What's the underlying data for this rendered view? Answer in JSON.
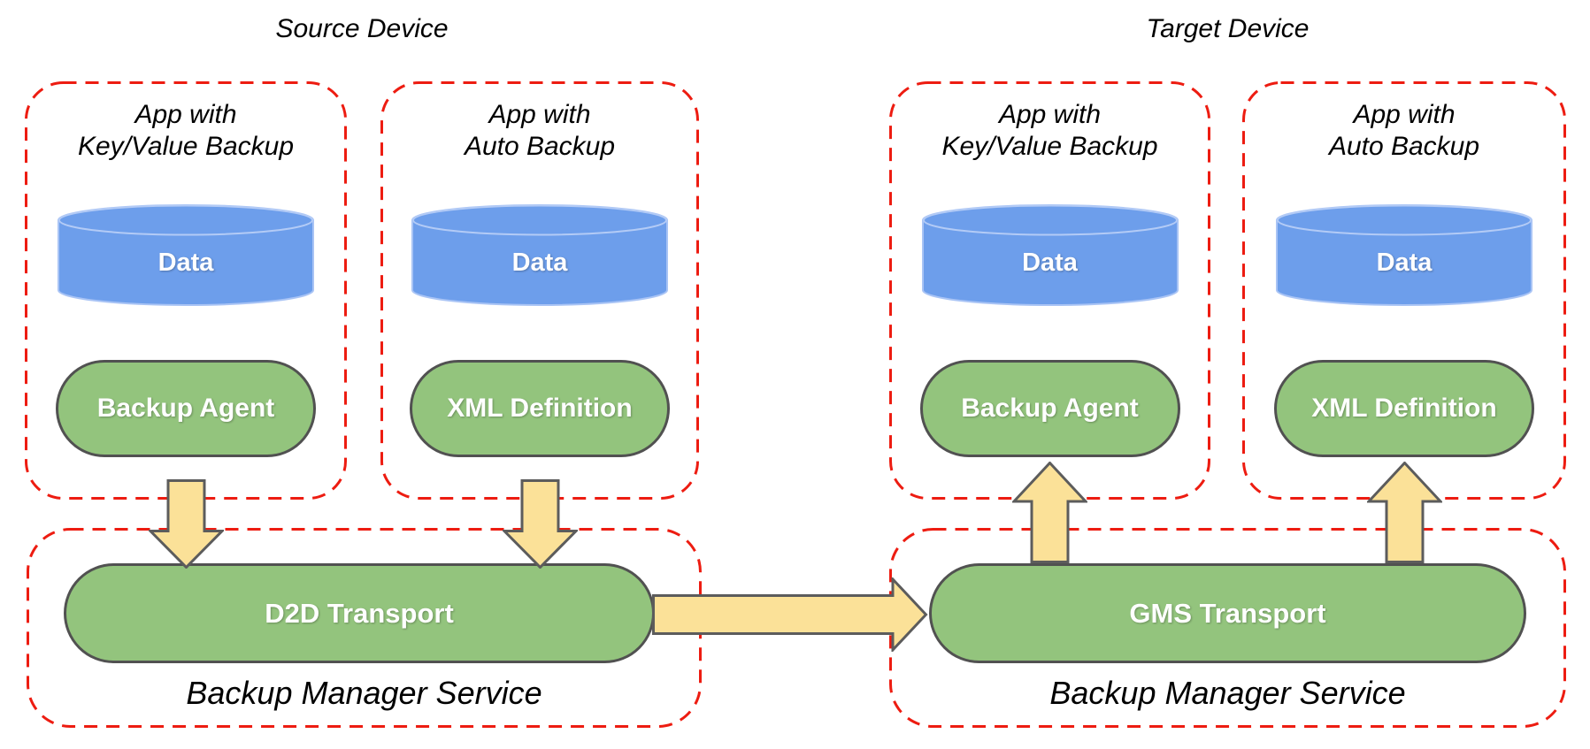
{
  "source": {
    "title": "Source Device",
    "apps": [
      {
        "heading_line1": "App with",
        "heading_line2": "Key/Value Backup",
        "data_store": "Data",
        "component": "Backup Agent"
      },
      {
        "heading_line1": "App with",
        "heading_line2": "Auto Backup",
        "data_store": "Data",
        "component": "XML Definition"
      }
    ],
    "service": {
      "transport": "D2D Transport",
      "name": "Backup Manager Service"
    }
  },
  "target": {
    "title": "Target Device",
    "apps": [
      {
        "heading_line1": "App with",
        "heading_line2": "Key/Value Backup",
        "data_store": "Data",
        "component": "Backup Agent"
      },
      {
        "heading_line1": "App with",
        "heading_line2": "Auto Backup",
        "data_store": "Data",
        "component": "XML Definition"
      }
    ],
    "service": {
      "transport": "GMS Transport",
      "name": "Backup Manager Service"
    }
  },
  "flows": [
    {
      "from": "Backup Agent (source)",
      "to": "D2D Transport",
      "direction": "down"
    },
    {
      "from": "XML Definition (source)",
      "to": "D2D Transport",
      "direction": "down"
    },
    {
      "from": "D2D Transport",
      "to": "GMS Transport",
      "direction": "right"
    },
    {
      "from": "GMS Transport",
      "to": "Backup Agent (target)",
      "direction": "up"
    },
    {
      "from": "GMS Transport",
      "to": "XML Definition (target)",
      "direction": "up"
    }
  ],
  "colors": {
    "dashed_box_red": "#ed1c11",
    "shape_green": "#93c47d",
    "shape_border_gray": "#515151",
    "arrow_yellow": "#fbe198",
    "arrow_border_gray": "#5c5c5c",
    "cylinder_blue": "#6d9eeb",
    "cylinder_rim_blue": "#b3cbf6",
    "label_white": "#ffffff",
    "text_black": "#000000"
  }
}
